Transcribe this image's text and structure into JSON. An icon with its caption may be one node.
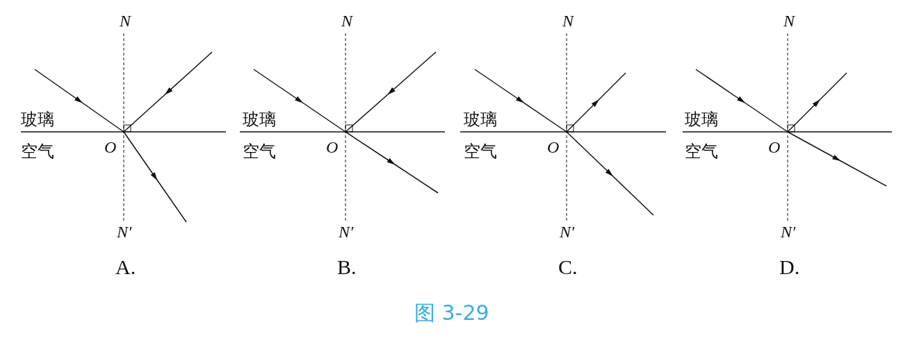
{
  "diagram": {
    "caption": "图 3-29",
    "labels": [
      "N",
      "玻璃",
      "空气",
      "O",
      "N′",
      "A.",
      "N",
      "玻璃",
      "空气",
      "O",
      "N′",
      "B.",
      "N",
      "玻璃",
      "空气",
      "O",
      "N′",
      "C.",
      "N",
      "玻璃",
      "空气",
      "O",
      "N′",
      "D."
    ]
  }
}
